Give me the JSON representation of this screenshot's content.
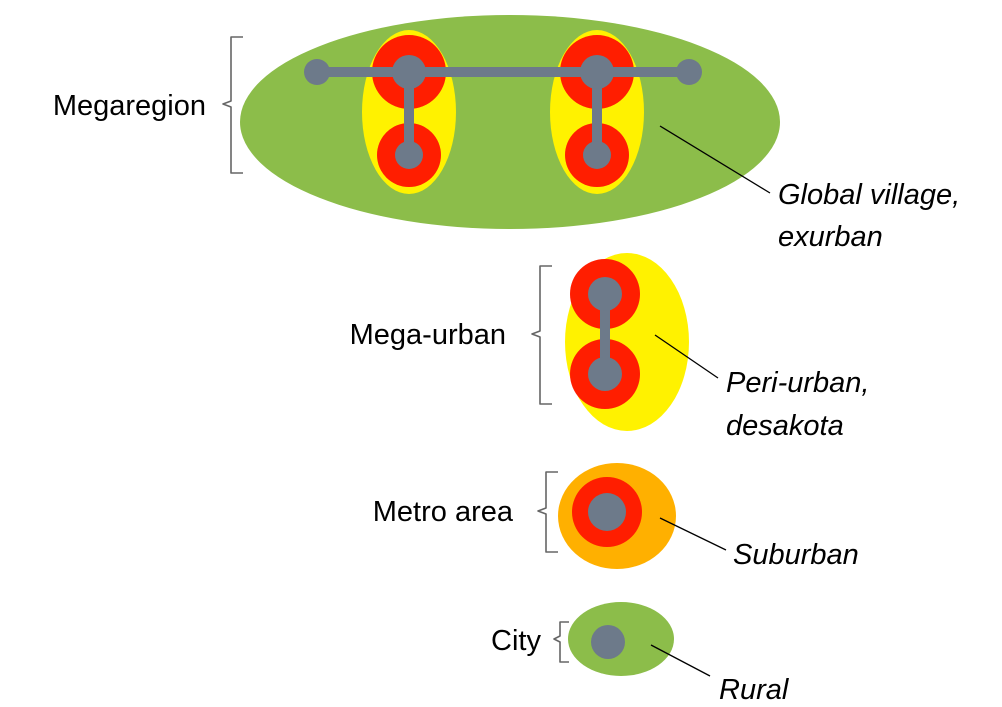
{
  "colors": {
    "green": "#8cbd4a",
    "yellow": "#fff200",
    "red": "#ff1e00",
    "orange": "#ffb000",
    "node": "#6d7a8a"
  },
  "megaregion": {
    "label": "Megaregion",
    "zone_label_line1": "Global village,",
    "zone_label_line2": "exurban"
  },
  "mega_urban": {
    "label": "Mega-urban",
    "zone_label_line1": "Peri-urban,",
    "zone_label_line2": "desakota"
  },
  "metro_area": {
    "label": "Metro area",
    "zone_label": "Suburban"
  },
  "city": {
    "label": "City",
    "zone_label": "Rural"
  }
}
